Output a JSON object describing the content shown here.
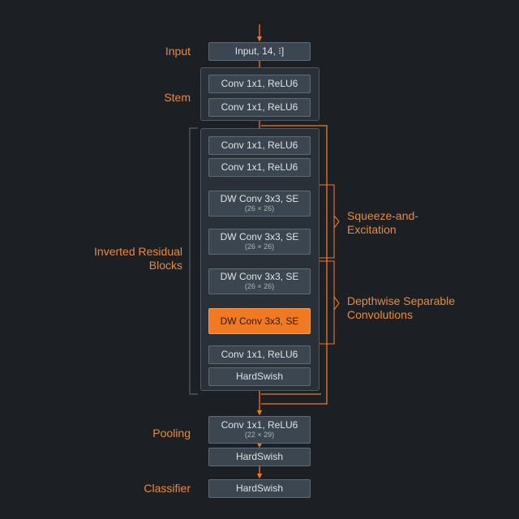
{
  "colors": {
    "background": "#1c1f23",
    "node_fill": "#3c4650",
    "node_border": "#5f6c78",
    "accent": "#f07a22",
    "bracket_dark": "#56626d"
  },
  "labels": {
    "input": "Input",
    "stem": "Stem",
    "inverted_line1": "Inverted Residual",
    "inverted_line2": "Blocks",
    "squeeze_line1": "Squeeze-and-",
    "squeeze_line2": "Excitation",
    "depthwise_line1": "Depthwise Separable",
    "depthwise_line2": "Convolutions",
    "pooling": "Pooling",
    "classifier": "Classifier"
  },
  "nodes": {
    "input": {
      "label": "Input, 14, ⁝]"
    },
    "stem_1": {
      "label": "Conv 1x1, ReLU6"
    },
    "stem_2": {
      "label": "Conv 1x1, ReLU6"
    },
    "block_1": {
      "label": "Conv 1x1, ReLU6"
    },
    "block_2": {
      "label": "Conv 1x1, ReLU6"
    },
    "block_3": {
      "label": "DW Conv 3x3, SE",
      "sub": "(26 × 26)"
    },
    "block_4": {
      "label": "DW Conv 3x3, SE",
      "sub": "(26 × 26)"
    },
    "block_5": {
      "label": "DW Conv 3x3, SE",
      "sub": "(26 × 26)"
    },
    "block_6": {
      "label": "DW Conv 3x3, SE"
    },
    "block_7": {
      "label": "Conv 1x1, ReLU6"
    },
    "block_8": {
      "label": "HardSwish"
    },
    "pool_1": {
      "label": "Conv 1x1, ReLU6",
      "sub": "(22 × 29)"
    },
    "pool_2": {
      "label": "HardSwish"
    },
    "classifier_1": {
      "label": "HardSwish"
    }
  }
}
